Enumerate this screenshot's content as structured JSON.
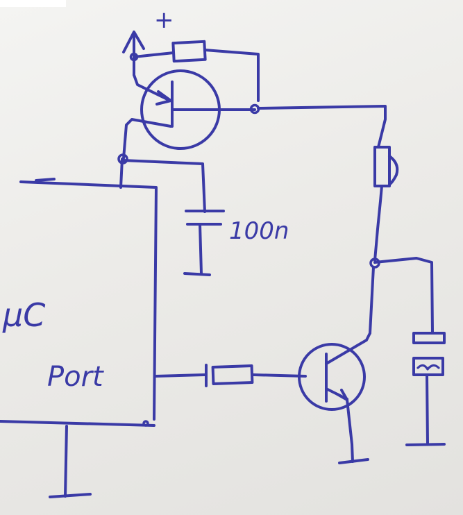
{
  "labels": {
    "supply": "+",
    "capacitor_value": "100n",
    "mcu": "µC",
    "port": "Port"
  },
  "colors": {
    "ink": "#3a3aa6",
    "paper": "#ecebe8"
  }
}
